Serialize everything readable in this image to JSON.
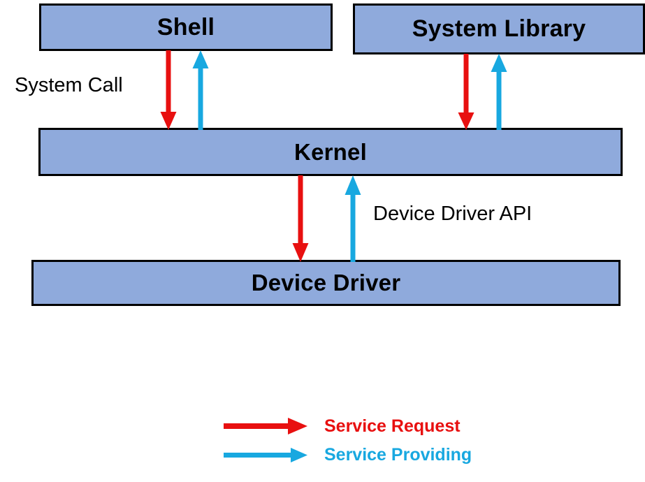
{
  "diagram": {
    "title_text_present": false,
    "background_color": "#ffffff",
    "box_fill_color": "#8faadc",
    "box_border_color": "#000000",
    "request_color": "#e81010",
    "providing_color": "#18a8e0",
    "layers": [
      {
        "id": "shell",
        "label": "Shell"
      },
      {
        "id": "system-library",
        "label": "System Library"
      },
      {
        "id": "kernel",
        "label": "Kernel"
      },
      {
        "id": "device-driver",
        "label": "Device Driver"
      }
    ],
    "annotations": [
      {
        "id": "system-call",
        "label": "System Call"
      },
      {
        "id": "device-driver-api",
        "label": "Device Driver API"
      }
    ],
    "connections": [
      {
        "from": "shell",
        "to": "kernel",
        "kind": "service-request",
        "direction": "down"
      },
      {
        "from": "kernel",
        "to": "shell",
        "kind": "service-providing",
        "direction": "up"
      },
      {
        "from": "system-library",
        "to": "kernel",
        "kind": "service-request",
        "direction": "down"
      },
      {
        "from": "kernel",
        "to": "system-library",
        "kind": "service-providing",
        "direction": "up"
      },
      {
        "from": "kernel",
        "to": "device-driver",
        "kind": "service-request",
        "direction": "down"
      },
      {
        "from": "device-driver",
        "to": "kernel",
        "kind": "service-providing",
        "direction": "up"
      }
    ]
  },
  "legend": {
    "items": [
      {
        "id": "service-request",
        "label": "Service Request",
        "color": "#e81010",
        "icon": "arrow-right-icon"
      },
      {
        "id": "service-providing",
        "label": "Service Providing",
        "color": "#18a8e0",
        "icon": "arrow-right-icon"
      }
    ]
  }
}
